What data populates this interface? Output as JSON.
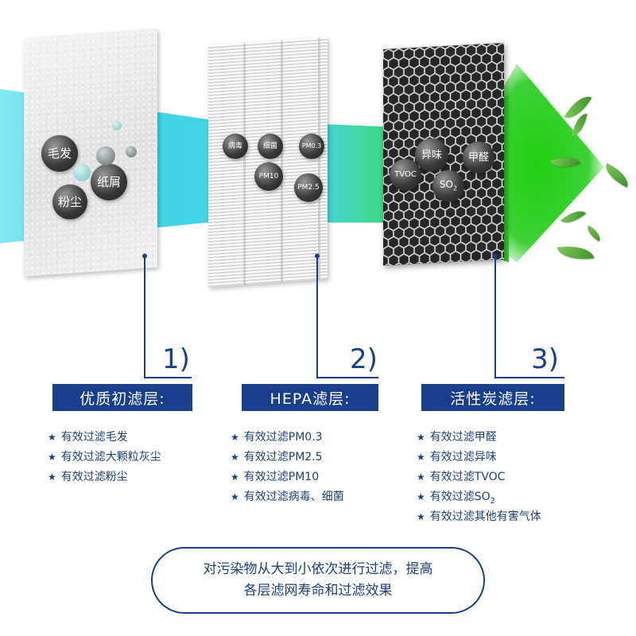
{
  "filters": {
    "pre": {
      "number": "1)",
      "title": "优质初滤层:",
      "particles": [
        "毛发",
        "纸屑",
        "粉尘"
      ],
      "features": [
        "有效过滤毛发",
        "有效过滤大颗粒灰尘",
        "有效过滤粉尘"
      ]
    },
    "hepa": {
      "number": "2)",
      "title": "HEPA滤层:",
      "particles": [
        "病毒",
        "细菌",
        "PM0.3",
        "PM10",
        "PM2.5"
      ],
      "features": [
        "有效过滤PM0.3",
        "有效过滤PM2.5",
        "有效过滤PM10",
        "有效过滤病毒、细菌"
      ]
    },
    "carbon": {
      "number": "3)",
      "title": "活性炭滤层:",
      "particles": [
        "异味",
        "甲醛",
        "TVOC",
        "SO",
        "2"
      ],
      "features": [
        "有效过滤甲醛",
        "有效过滤异味",
        "有效过滤TVOC",
        "有效过滤SO",
        "2",
        "有效过滤其他有害气体"
      ]
    }
  },
  "summary": {
    "line1": "对污染物从大到小依次进行过滤，提高",
    "line2": "各层滤网寿命和过滤效果"
  },
  "colors": {
    "accent": "#1a3e8c",
    "air": "#35d2e6",
    "clean_air": "#22cc1e",
    "text": "#1f3f7a"
  },
  "icons": {
    "bullet": "star-icon",
    "leaf": "leaf-icon"
  }
}
